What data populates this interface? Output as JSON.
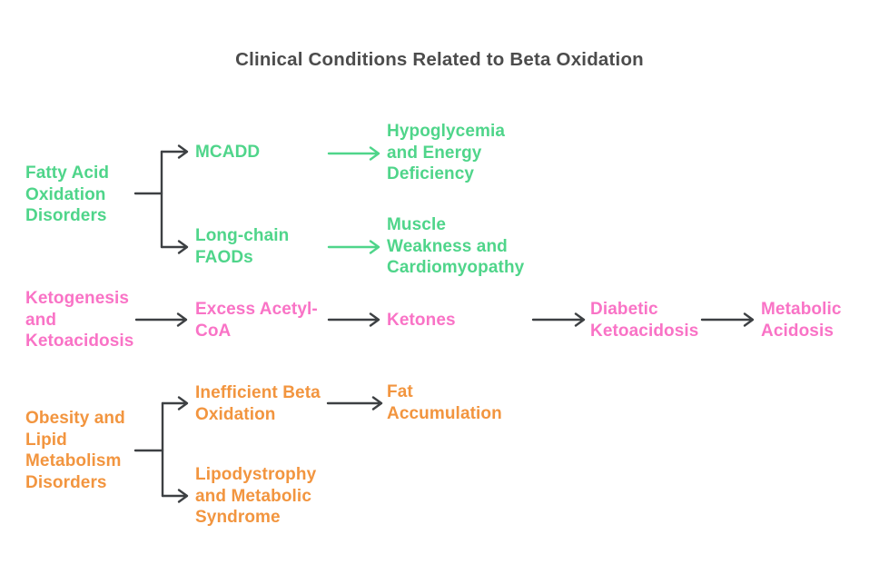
{
  "title": "Clinical Conditions Related to Beta Oxidation",
  "colors": {
    "green": "#4fd58a",
    "pink": "#f973c6",
    "orange": "#f2953f",
    "line": "#3d4043",
    "title": "#4c4c4c",
    "background": "#ffffff"
  },
  "diagram": {
    "branches": [
      {
        "name": "Fatty Acid Oxidation Disorders",
        "color": "green",
        "root": "Fatty Acid\nOxidation\nDisorders",
        "level1": [
          "MCADD",
          "Long-chain\nFAODs"
        ],
        "level2": [
          "Hypoglycemia\nand Energy\nDeficiency",
          "Muscle\nWeakness and\nCardiomyopathy"
        ]
      },
      {
        "name": "Ketogenesis and Ketoacidosis",
        "color": "pink",
        "root": "Ketogenesis\nand\nKetoacidosis",
        "chain": [
          "Excess Acetyl-\nCoA",
          "Ketones",
          "Diabetic\nKetoacidosis",
          "Metabolic\nAcidosis"
        ]
      },
      {
        "name": "Obesity and Lipid Metabolism Disorders",
        "color": "orange",
        "root": "Obesity and\nLipid\nMetabolism\nDisorders",
        "level1": [
          "Inefficient Beta\nOxidation",
          "Lipodystrophy\nand Metabolic\nSyndrome"
        ],
        "level2": [
          "Fat\nAccumulation"
        ]
      }
    ]
  }
}
